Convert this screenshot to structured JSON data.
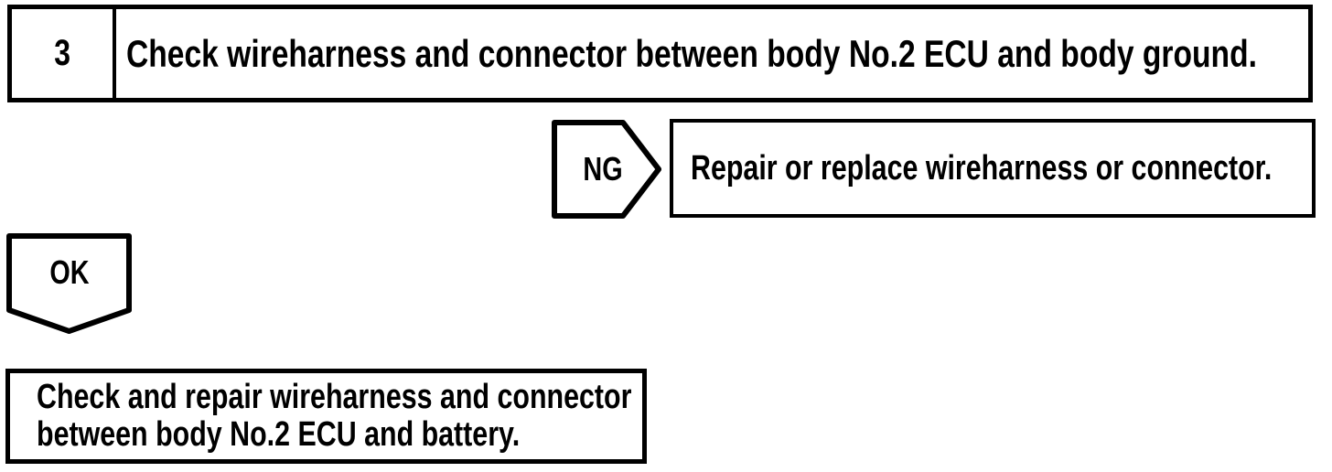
{
  "colors": {
    "ink": "#000000",
    "paper": "#ffffff"
  },
  "flowchart": {
    "step": {
      "number": "3",
      "instruction": "Check wireharness and connector between body No.2 ECU and body ground."
    },
    "ng_branch": {
      "label": "NG",
      "action": "Repair or replace wireharness or connector."
    },
    "ok_branch": {
      "label": "OK",
      "action_lines": [
        "Check and repair wireharness and connector",
        "between body No.2 ECU and battery."
      ]
    }
  }
}
